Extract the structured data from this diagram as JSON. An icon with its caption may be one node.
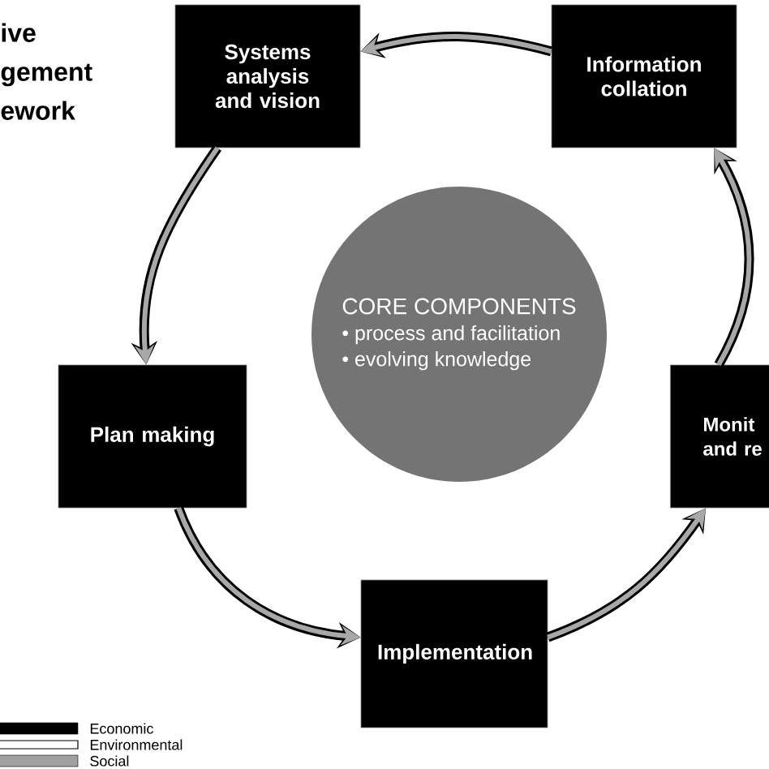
{
  "diagram": {
    "title": "ive gement ework",
    "nodes": [
      {
        "text": [
          "Systems analysis and vision"
        ]
      },
      {
        "text": [
          "Information collation"
        ]
      },
      {
        "text": [
          "CORE COMPONENTS",
          "• process and facilitation",
          "• evolving knowledge"
        ]
      },
      {
        "text": [
          "Plan making"
        ]
      },
      {
        "text": [
          "Monit and re"
        ]
      },
      {
        "text": [
          "Implementation"
        ]
      }
    ],
    "edges": [
      {
        "from": 1,
        "to": 0,
        "arrow": "to"
      },
      {
        "from": 0,
        "to": 3,
        "arrow": "to"
      },
      {
        "from": 3,
        "to": 5,
        "arrow": "to"
      },
      {
        "from": 5,
        "to": 4,
        "arrow": "to"
      },
      {
        "from": 4,
        "to": 1,
        "arrow": "to"
      }
    ],
    "legend": [
      {
        "text": "Economic",
        "color": "#000000"
      },
      {
        "text": "Environmental"
      },
      {
        "text": "Social",
        "color": "#a0a0a0"
      }
    ]
  }
}
